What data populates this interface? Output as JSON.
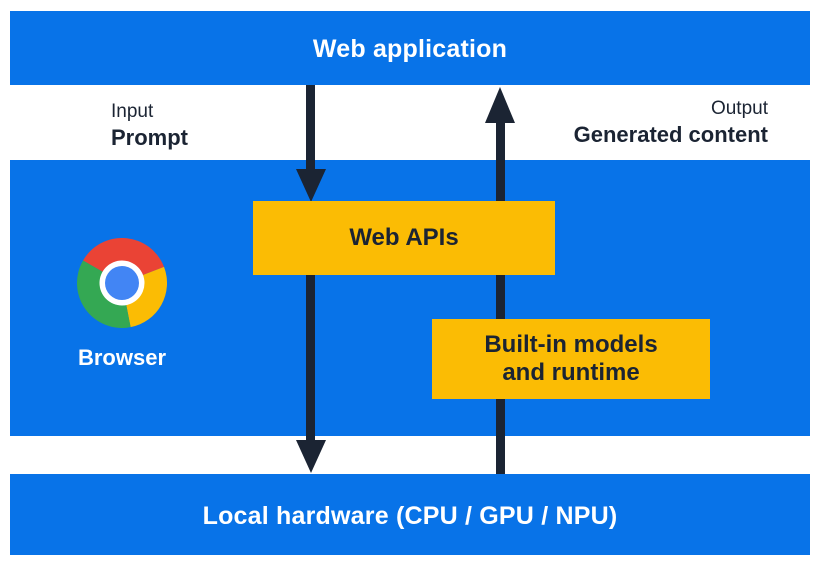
{
  "layers": {
    "web_application": {
      "label": "Web application"
    },
    "browser": {
      "label": "Browser"
    },
    "local_hardware": {
      "label": "Local hardware (CPU / GPU / NPU)"
    }
  },
  "flows": {
    "input": {
      "caption": "Input",
      "subject": "Prompt"
    },
    "output": {
      "caption": "Output",
      "subject": "Generated content"
    }
  },
  "components": {
    "web_apis": {
      "label": "Web APIs"
    },
    "builtin_models": {
      "line1": "Built-in models",
      "line2": "and runtime"
    }
  },
  "colors": {
    "layer_blue": "#0873e8",
    "component_yellow": "#fbbc04",
    "arrow_navy": "#1b2433",
    "text_on_blue": "#ffffff",
    "chrome_red": "#ea4335",
    "chrome_yellow": "#fbbc04",
    "chrome_green": "#34a853",
    "chrome_blue": "#4285f4"
  }
}
